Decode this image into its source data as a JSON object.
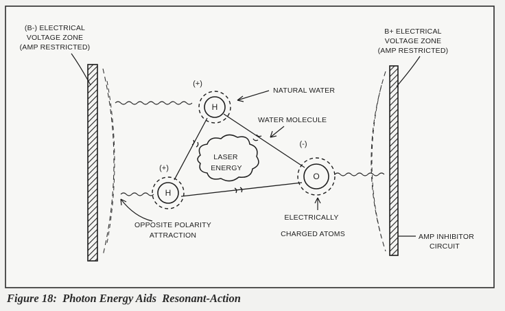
{
  "left_zone_label": [
    "(B-) ELECTRICAL",
    "VOLTAGE ZONE",
    "(AMP RESTRICTED)"
  ],
  "right_zone_label": [
    "B+ ELECTRICAL",
    "VOLTAGE ZONE",
    "(AMP RESTRICTED)"
  ],
  "natural_water_label": "NATURAL WATER",
  "water_molecule_label": "WATER MOLECULE",
  "laser_energy_label": [
    "LASER",
    "ENERGY"
  ],
  "opposite_polarity_label": [
    "OPPOSITE POLARITY",
    "ATTRACTION"
  ],
  "electrically_label": "ELECTRICALLY",
  "charged_atoms_label": "CHARGED ATOMS",
  "amp_inhibitor_label": [
    "AMP INHIBITOR",
    "CIRCUIT"
  ],
  "atoms": {
    "top": {
      "letter": "H",
      "charge": "(+)"
    },
    "left": {
      "letter": "H",
      "charge": "(+)"
    },
    "right": {
      "letter": "O",
      "charge": "(-)"
    }
  },
  "caption": "Figure 18:  Photon Energy Aids  Resonant-Action"
}
